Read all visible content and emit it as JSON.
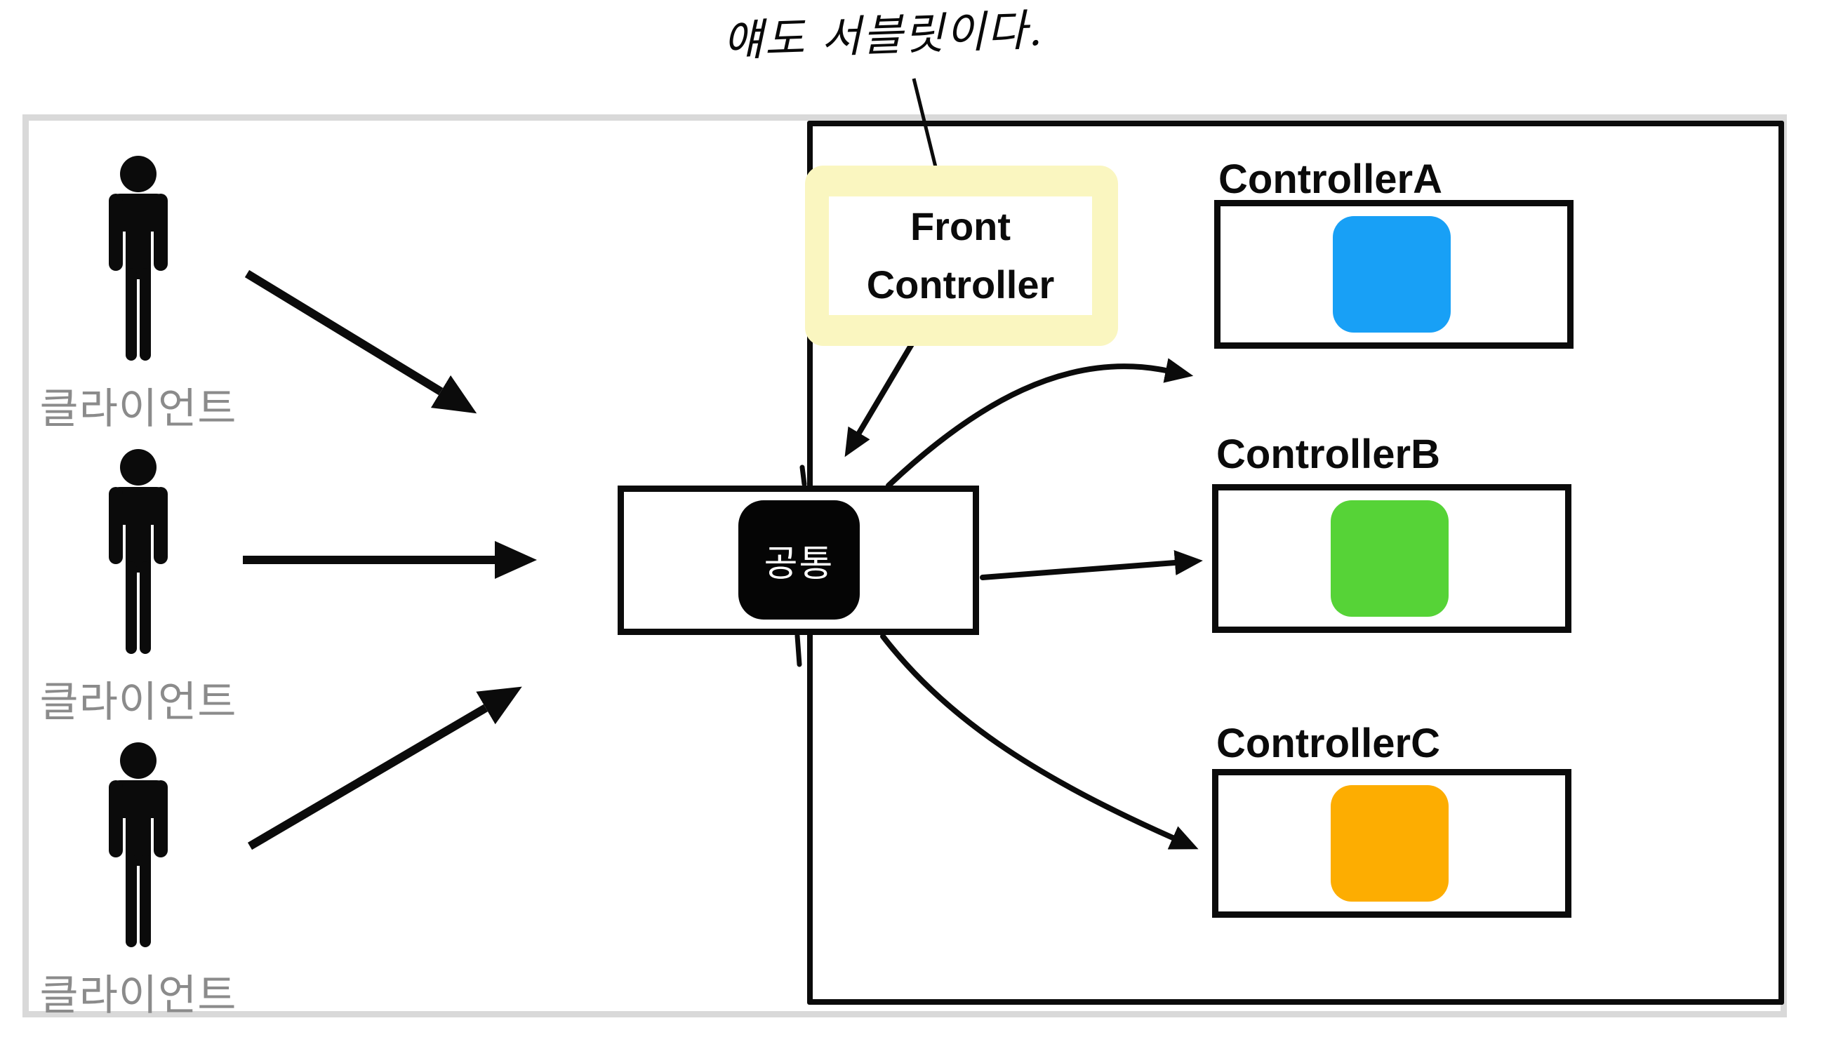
{
  "annotation": {
    "text": "얘도 서블릿이다.",
    "points_to": "front-controller-highlight"
  },
  "clients": {
    "label": "클라이언트",
    "count": 3,
    "icon": "person-icon",
    "label_color": "#8B8B8B"
  },
  "front_controller": {
    "line1": "Front",
    "line2": "Controller",
    "highlight_color": "#FAF6C0"
  },
  "common_box": {
    "label": "공통",
    "fill": "#050505",
    "text_color": "#FFFFFF"
  },
  "controllers": [
    {
      "name": "ControllerA",
      "color": "#18A0F6"
    },
    {
      "name": "ControllerB",
      "color": "#56D337"
    },
    {
      "name": "ControllerC",
      "color": "#FDAD01"
    }
  ],
  "frame_color": "#D9D9D9"
}
